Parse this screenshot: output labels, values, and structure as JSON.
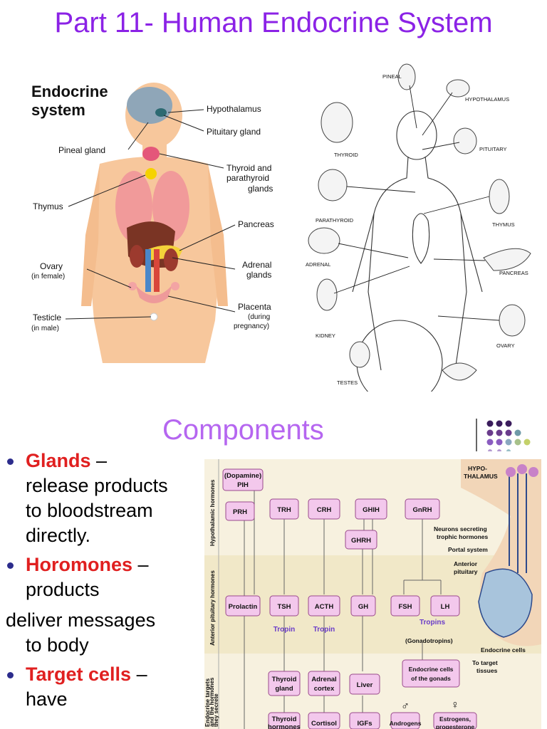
{
  "title": "Part 11- Human Endocrine System",
  "left_figure": {
    "heading_line1": "Endocrine",
    "heading_line2": "system",
    "labels": {
      "hypothalamus": "Hypothalamus",
      "pituitary": "Pituitary gland",
      "pineal": "Pineal gland",
      "thyroid_1": "Thyroid and",
      "thyroid_2": "parathyroid",
      "thyroid_3": "glands",
      "thymus": "Thymus",
      "pancreas": "Pancreas",
      "ovary_1": "Ovary",
      "ovary_2": "(in female)",
      "adrenal_1": "Adrenal",
      "adrenal_2": "glands",
      "placenta_1": "Placenta",
      "placenta_2": "(during",
      "placenta_3": "pregnancy)",
      "testicle_1": "Testicle",
      "testicle_2": "(in male)"
    }
  },
  "right_figure": {
    "labels": {
      "pineal": "PINEAL",
      "hypothalamus": "HYPOTHALAMUS",
      "pituitary": "PITUITARY",
      "thyroid": "THYROID",
      "parathyroid": "PARATHYROID",
      "thymus": "THYMUS",
      "adrenal": "ADRENAL",
      "pancreas": "PANCREAS",
      "kidney": "KIDNEY",
      "ovary": "OVARY",
      "testes": "TESTES"
    }
  },
  "components_title": "Components",
  "bullets": {
    "glands_term": "Glands",
    "glands_dash": " –",
    "glands_l1": "release products",
    "glands_l2": "to bloodstream",
    "glands_l3": "directly.",
    "hormones_term": "Horomones",
    "hormones_dash": " –",
    "hormones_l1": "products",
    "hormones_l2": "deliver messages",
    "hormones_l3": "to body",
    "target_term": "Target cells",
    "target_dash": " –",
    "target_l1": "have"
  },
  "diagram": {
    "row_labels": {
      "hypothalamic": "Hypothalamic hormones",
      "anterior": "Anterior pituitary hormones",
      "targets_1": "Endocrine targets",
      "targets_2": "and the hormones",
      "targets_3": "they secrete"
    },
    "boxes": {
      "pih_1": "(Dopamine)",
      "pih_2": "PIH",
      "prh": "PRH",
      "trh": "TRH",
      "crh": "CRH",
      "ghih": "GHIH",
      "gnrh": "GnRH",
      "ghrh": "GHRH",
      "prolactin": "Prolactin",
      "tsh": "TSH",
      "acth": "ACTH",
      "gh": "GH",
      "fsh": "FSH",
      "lh": "LH",
      "thyroid_gland_1": "Thyroid",
      "thyroid_gland_2": "gland",
      "adrenal_cortex_1": "Adrenal",
      "adrenal_cortex_2": "cortex",
      "liver": "Liver",
      "gonads_1": "Endocrine cells",
      "gonads_2": "of the gonads",
      "thyroid_hormones_1": "Thyroid",
      "thyroid_hormones_2": "hormones",
      "cortisol": "Cortisol",
      "igfs": "IGFs",
      "androgens": "Androgens",
      "estrogens_1": "Estrogens,",
      "estrogens_2": "progesterone"
    },
    "annotations": {
      "tropin_1": "Tropin",
      "tropin_2": "Tropin",
      "tropins": "Tropins",
      "gonadotropins": "(Gonadotropins)",
      "hypothalamus_1": "HYPO-",
      "hypothalamus_2": "THALAMUS",
      "neurons_1": "Neurons secreting",
      "neurons_2": "trophic hormones",
      "portal": "Portal system",
      "anterior_1": "Anterior",
      "anterior_2": "pituitary",
      "endocrine_cells": "Endocrine cells",
      "target_tissues_1": "To target",
      "target_tissues_2": "tissues",
      "male": "♂",
      "female": "♀"
    }
  },
  "colors": {
    "title": "#8b22e6",
    "components": "#b566f0",
    "term": "#e02020",
    "box_fill": "#f3c8ec",
    "box_stroke": "#9a4a8c",
    "tropin": "#6a3cc8",
    "hypothalamic_band": "#f7f1df",
    "anterior_band": "#f1e8c8"
  }
}
